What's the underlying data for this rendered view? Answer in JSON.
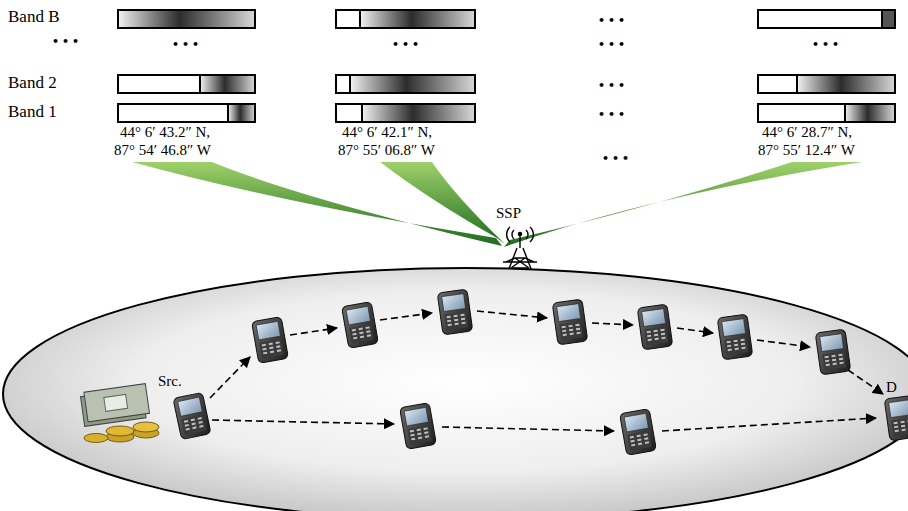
{
  "diagram": {
    "nodes": [
      {
        "text": [
          "Src."
        ]
      },
      {
        "text": [
          "D"
        ]
      }
    ],
    "labels": [
      "Band B",
      "•••",
      "Band 2",
      "Band 1",
      "•••",
      "•••",
      "•••",
      "•••",
      "•••",
      "•••",
      "•••",
      "44° 6′ 43.2″ N,",
      "87° 54′ 46.8″ W",
      "44° 6′ 42.1″ N,",
      "87° 55′ 06.8″ W",
      "•••",
      "44° 6′ 28.7″ N,",
      "87° 55′ 12.4″ W",
      "SSP"
    ]
  }
}
